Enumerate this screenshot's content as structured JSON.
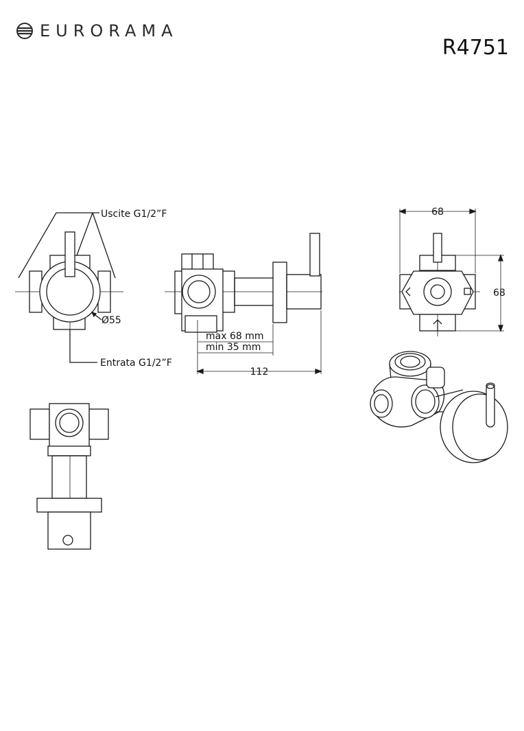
{
  "header": {
    "brand": "EURORAMA",
    "code": "R4751"
  },
  "labels": {
    "outlets": "Uscite G1/2”F",
    "inlet": "Entrata G1/2”F",
    "diameter": "Ø55",
    "max": "max 68 mm",
    "min": "min 35 mm",
    "length": "112",
    "width": "68",
    "height": "68"
  },
  "icons": [
    "eurorama-logo-icon"
  ]
}
